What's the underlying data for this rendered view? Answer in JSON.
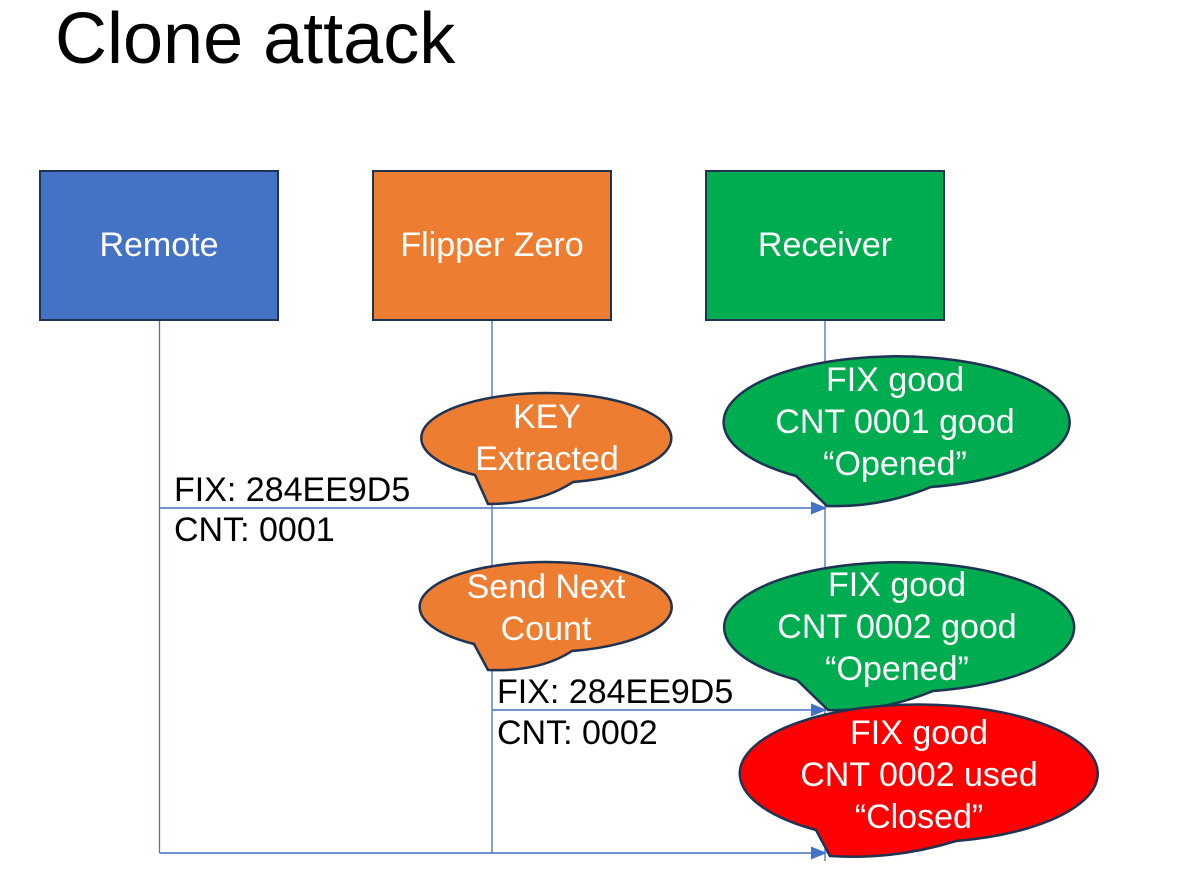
{
  "slide_title": "Clone attack",
  "actors": [
    {
      "label": "Remote",
      "color": "#4472C4"
    },
    {
      "label": "Flipper Zero",
      "color": "#ED7D31"
    },
    {
      "label": "Receiver",
      "color": "#00AC50"
    }
  ],
  "messages": [
    {
      "from": "Remote",
      "to": "Receiver",
      "label_top": "FIX: 284EE9D5",
      "label_bottom": "CNT: 0001"
    },
    {
      "from": "Flipper Zero",
      "to": "Receiver",
      "label_top": "FIX: 284EE9D5",
      "label_bottom": "CNT: 0002"
    },
    {
      "from": "Remote",
      "to": "Receiver"
    }
  ],
  "callouts": [
    {
      "attached_to": "Flipper Zero",
      "color": "#ED7D31",
      "lines": [
        "KEY",
        "Extracted"
      ]
    },
    {
      "attached_to": "Receiver",
      "color": "#00AC50",
      "lines": [
        "FIX good",
        "CNT 0001 good",
        "“Opened”"
      ]
    },
    {
      "attached_to": "Flipper Zero",
      "color": "#ED7D31",
      "lines": [
        "Send Next",
        "Count"
      ]
    },
    {
      "attached_to": "Receiver",
      "color": "#00AC50",
      "lines": [
        "FIX good",
        "CNT 0002 good",
        "“Opened”"
      ]
    },
    {
      "attached_to": "Receiver",
      "color": "#FF0000",
      "lines": [
        "FIX good",
        "CNT 0002 used",
        "“Closed”"
      ]
    }
  ],
  "colors": {
    "line_blue": "#4472C4",
    "shape_border": "#1F3352",
    "title_text": "#000000",
    "label_text": "#000000",
    "shape_text": "#FFFFFF",
    "background": "#FFFFFF"
  }
}
